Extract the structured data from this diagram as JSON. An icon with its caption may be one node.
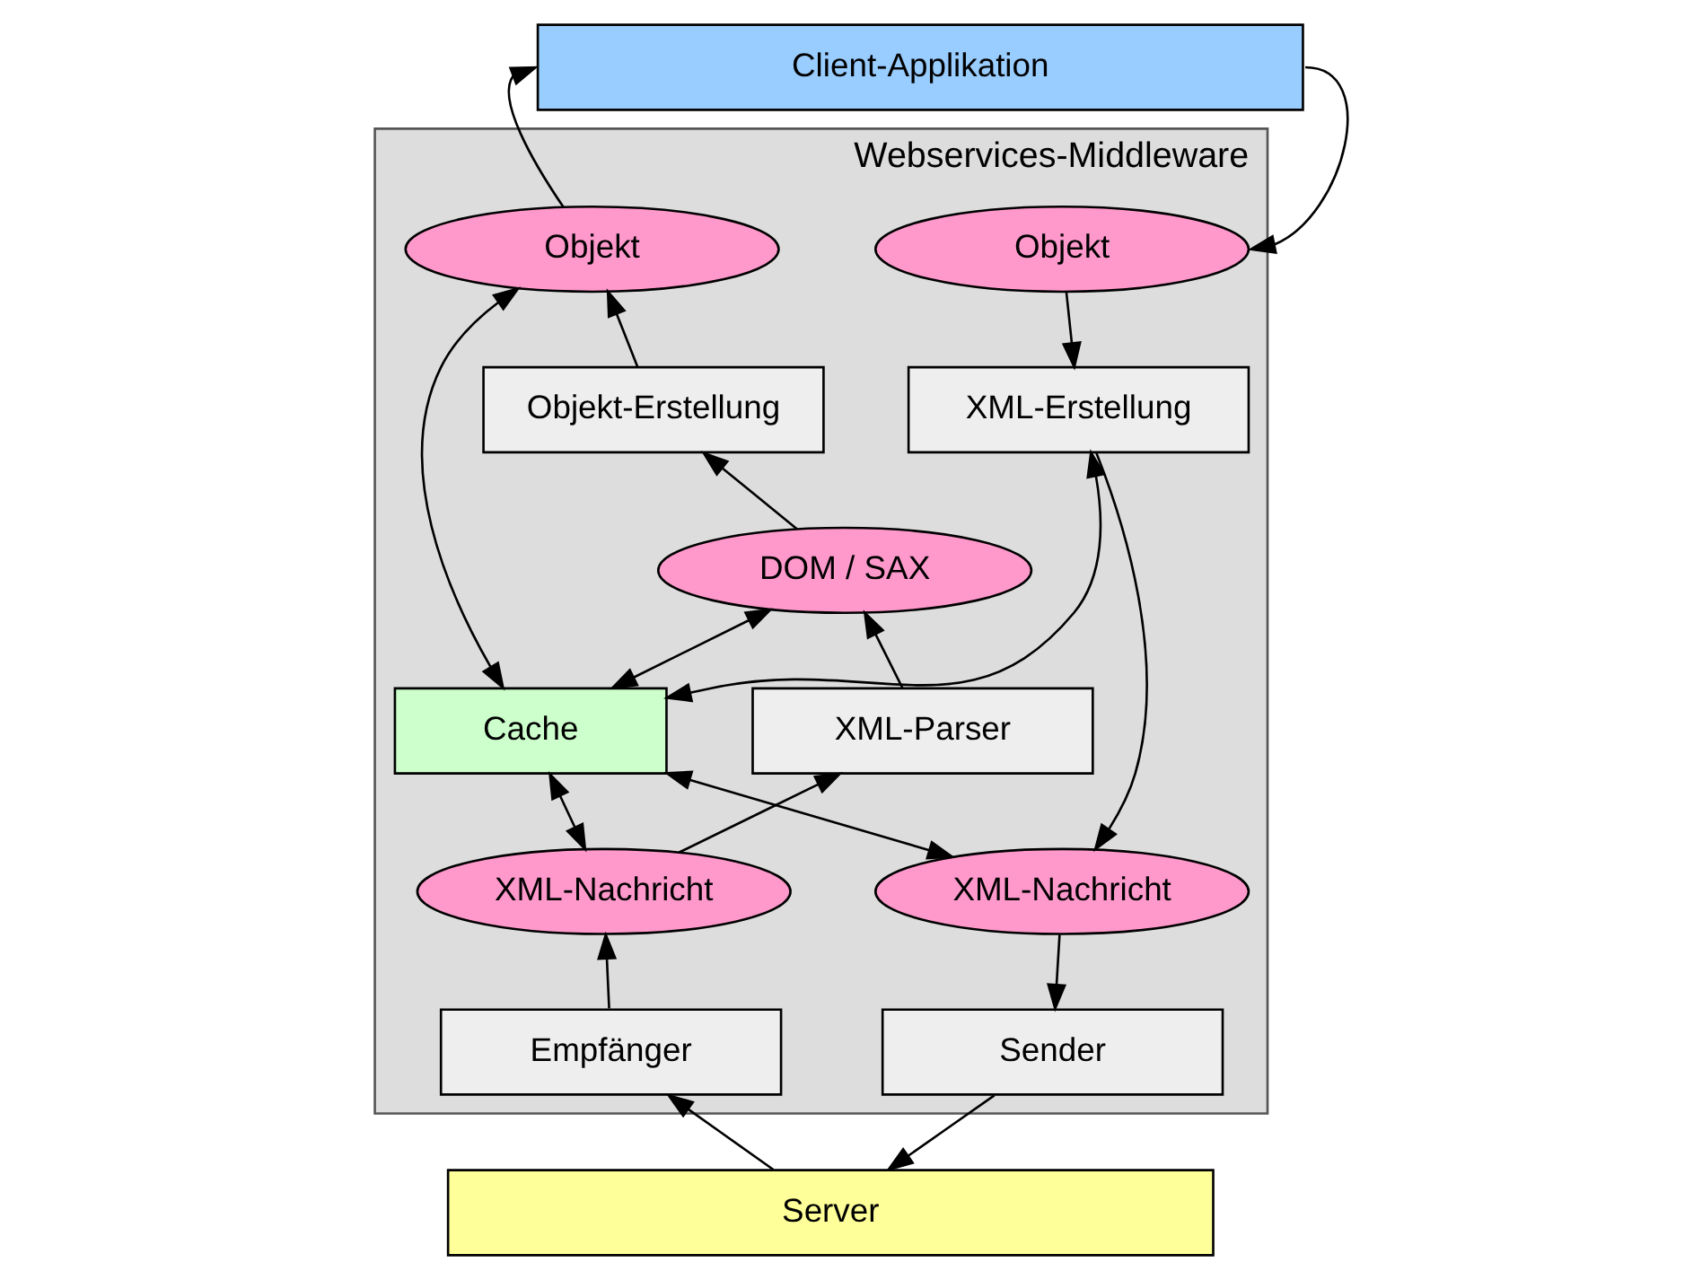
{
  "diagram": {
    "nodes": [
      {
        "text": [
          "Client-Applikation"
        ]
      },
      {
        "text": [
          "Webservices-Middleware"
        ]
      },
      {
        "text": [
          "Objekt"
        ],
        "in": 1
      },
      {
        "text": [
          "XML-Erstellung"
        ],
        "in": 1
      },
      {
        "text": [
          "XML-Nachricht"
        ],
        "in": 1
      },
      {
        "text": [
          "Sender"
        ],
        "in": 1
      },
      {
        "text": [
          "Cache"
        ],
        "in": 1
      },
      {
        "text": [
          "Objekt"
        ],
        "in": 1
      },
      {
        "text": [
          "Objekt-Erstellung"
        ],
        "in": 1
      },
      {
        "text": [
          "DOM / SAX"
        ],
        "in": 1
      },
      {
        "text": [
          "XML-Parser"
        ],
        "in": 1
      },
      {
        "text": [
          "XML-Nachricht"
        ],
        "in": 1
      },
      {
        "text": [
          "Empfänger"
        ],
        "in": 1
      },
      {
        "text": [
          "Server"
        ]
      }
    ],
    "edges": [
      {
        "from": 0,
        "to": 2,
        "arrow": "to"
      },
      {
        "from": 7,
        "to": 0,
        "arrow": "to"
      },
      {
        "from": 2,
        "to": 3,
        "arrow": "to"
      },
      {
        "from": 3,
        "to": 4,
        "arrow": "to"
      },
      {
        "from": 4,
        "to": 5,
        "arrow": "to"
      },
      {
        "from": 3,
        "to": 6,
        "arrow": "both"
      },
      {
        "from": 4,
        "to": 6,
        "arrow": "both"
      },
      {
        "from": 5,
        "to": 13,
        "arrow": "to"
      },
      {
        "from": 13,
        "to": 12,
        "arrow": "to"
      },
      {
        "from": 12,
        "to": 11,
        "arrow": "to"
      },
      {
        "from": 11,
        "to": 10,
        "arrow": "to"
      },
      {
        "from": 10,
        "to": 9,
        "arrow": "to"
      },
      {
        "from": 9,
        "to": 8,
        "arrow": "to"
      },
      {
        "from": 8,
        "to": 7,
        "arrow": "to"
      },
      {
        "from": 6,
        "to": 7,
        "arrow": "both"
      },
      {
        "from": 6,
        "to": 9,
        "arrow": "both"
      },
      {
        "from": 6,
        "to": 11,
        "arrow": "both"
      }
    ]
  }
}
